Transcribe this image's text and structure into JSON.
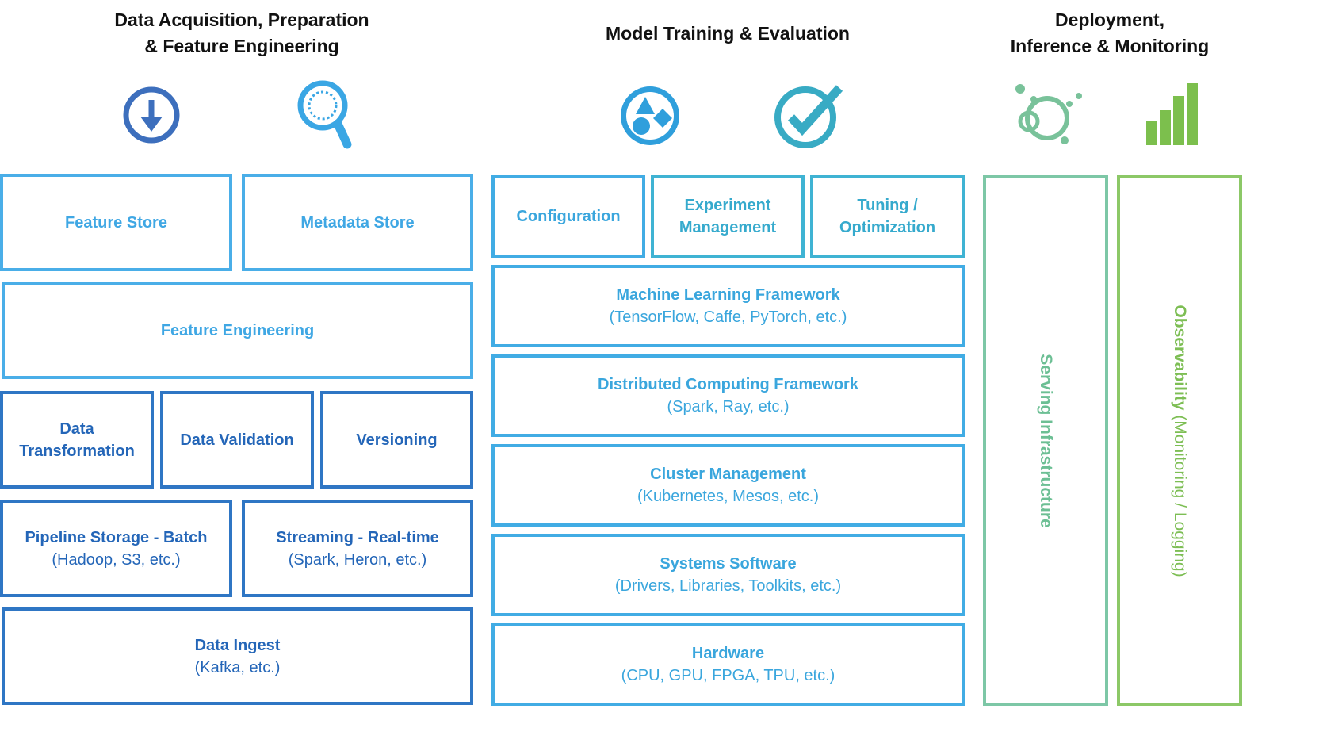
{
  "headers": {
    "data_prep": [
      "Data Acquisition, Preparation",
      "& Feature Engineering"
    ],
    "training": "Model Training & Evaluation",
    "deployment": [
      "Deployment,",
      "Inference & Monitoring"
    ]
  },
  "icons": [
    "download-icon",
    "magnifier-icon",
    "shapes-icon",
    "checkmark-icon",
    "bubbles-icon",
    "bar-chart-icon"
  ],
  "data_prep": {
    "feature_store": "Feature Store",
    "metadata_store": "Metadata Store",
    "feature_engineering": "Feature Engineering",
    "data_transformation": [
      "Data",
      "Transformation"
    ],
    "data_validation": "Data Validation",
    "versioning": "Versioning",
    "pipeline_storage": {
      "title": "Pipeline Storage - Batch",
      "sub": "(Hadoop, S3, etc.)"
    },
    "streaming": {
      "title": "Streaming - Real-time",
      "sub": "(Spark, Heron, etc.)"
    },
    "data_ingest": {
      "title": "Data Ingest",
      "sub": "(Kafka, etc.)"
    }
  },
  "training": {
    "configuration": "Configuration",
    "experiment_management": [
      "Experiment",
      "Management"
    ],
    "tuning": [
      "Tuning /",
      "Optimization"
    ],
    "ml_framework": {
      "title": "Machine Learning Framework",
      "sub": "(TensorFlow, Caffe, PyTorch, etc.)"
    },
    "distributed": {
      "title": "Distributed Computing Framework",
      "sub": "(Spark, Ray, etc.)"
    },
    "cluster": {
      "title": "Cluster Management",
      "sub": "(Kubernetes, Mesos, etc.)"
    },
    "systems": {
      "title": "Systems Software",
      "sub": "(Drivers, Libraries, Toolkits, etc.)"
    },
    "hardware": {
      "title": "Hardware",
      "sub": "(CPU, GPU, FPGA, TPU, etc.)"
    }
  },
  "deployment": {
    "serving": "Serving Infrastructure",
    "observability": {
      "title": "Observability",
      "sub": "(Monitoring / Logging)"
    }
  },
  "colors": {
    "light_blue": "#4aaee8",
    "dark_blue": "#2f76c4",
    "teal": "#3fb3d3",
    "mint": "#7dc7a6",
    "green": "#8cc867"
  }
}
